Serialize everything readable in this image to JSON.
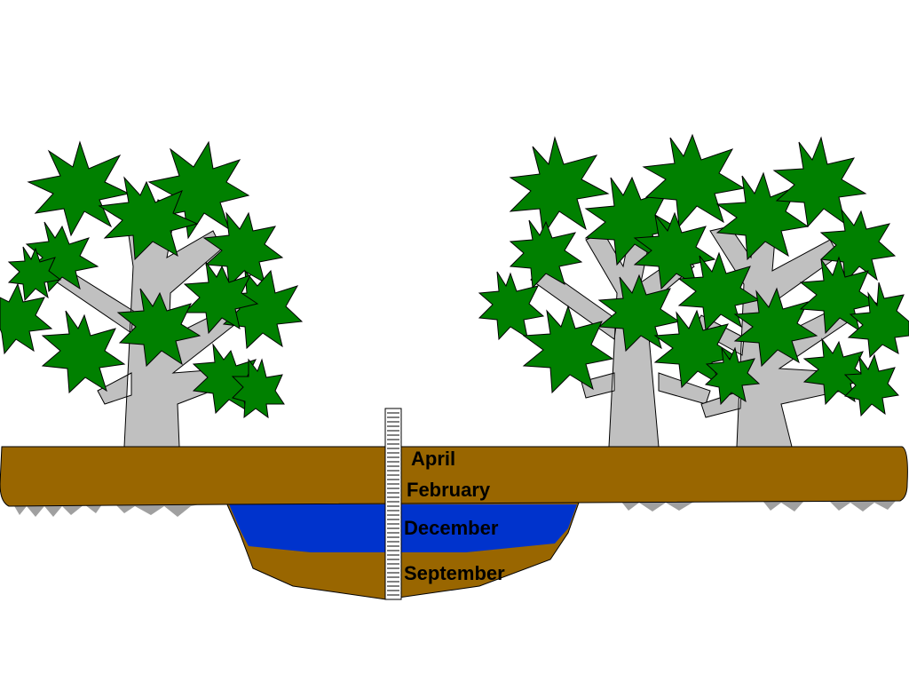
{
  "labels": {
    "april": "April",
    "february": "February",
    "december": "December",
    "september": "September"
  },
  "colors": {
    "soil": "#996600",
    "water": "#0033cc",
    "trunk": "#c0c0c0",
    "foliage": "#008000",
    "roots": "#a0a0a0",
    "gauge": "#ffffff",
    "outline": "#000000"
  },
  "icons": {
    "tree": "tree-icon",
    "measuring_gauge": "ruler-icon"
  }
}
